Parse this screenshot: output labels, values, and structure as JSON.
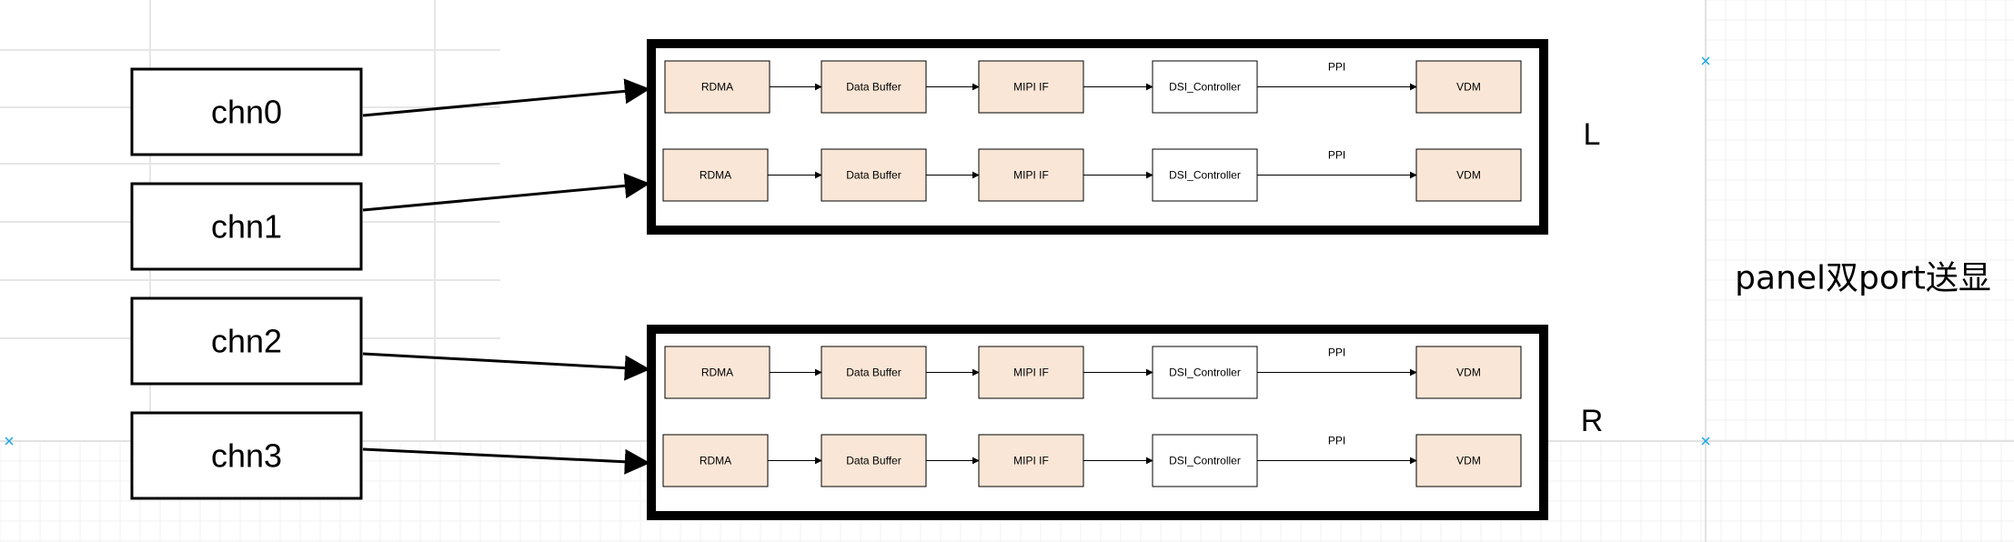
{
  "channels": [
    "chn0",
    "chn1",
    "chn2",
    "chn3"
  ],
  "groups": [
    {
      "side_label": "L",
      "lanes": [
        {
          "blocks": [
            "RDMA",
            "Data Buffer",
            "MIPI IF",
            "DSI_Controller",
            "VDM"
          ],
          "link_label": "PPI"
        },
        {
          "blocks": [
            "RDMA",
            "Data Buffer",
            "MIPI IF",
            "DSI_Controller",
            "VDM"
          ],
          "link_label": "PPI"
        }
      ]
    },
    {
      "side_label": "R",
      "lanes": [
        {
          "blocks": [
            "RDMA",
            "Data Buffer",
            "MIPI IF",
            "DSI_Controller",
            "VDM"
          ],
          "link_label": "PPI"
        },
        {
          "blocks": [
            "RDMA",
            "Data Buffer",
            "MIPI IF",
            "DSI_Controller",
            "VDM"
          ],
          "link_label": "PPI"
        }
      ]
    }
  ],
  "caption": "panel双port送显",
  "colors": {
    "block_fill": "#fae6d6",
    "controller_fill": "#ffffff",
    "grid_line": "#e6e6e6",
    "guide_marker": "#1aa5e0",
    "stroke": "#000000"
  }
}
